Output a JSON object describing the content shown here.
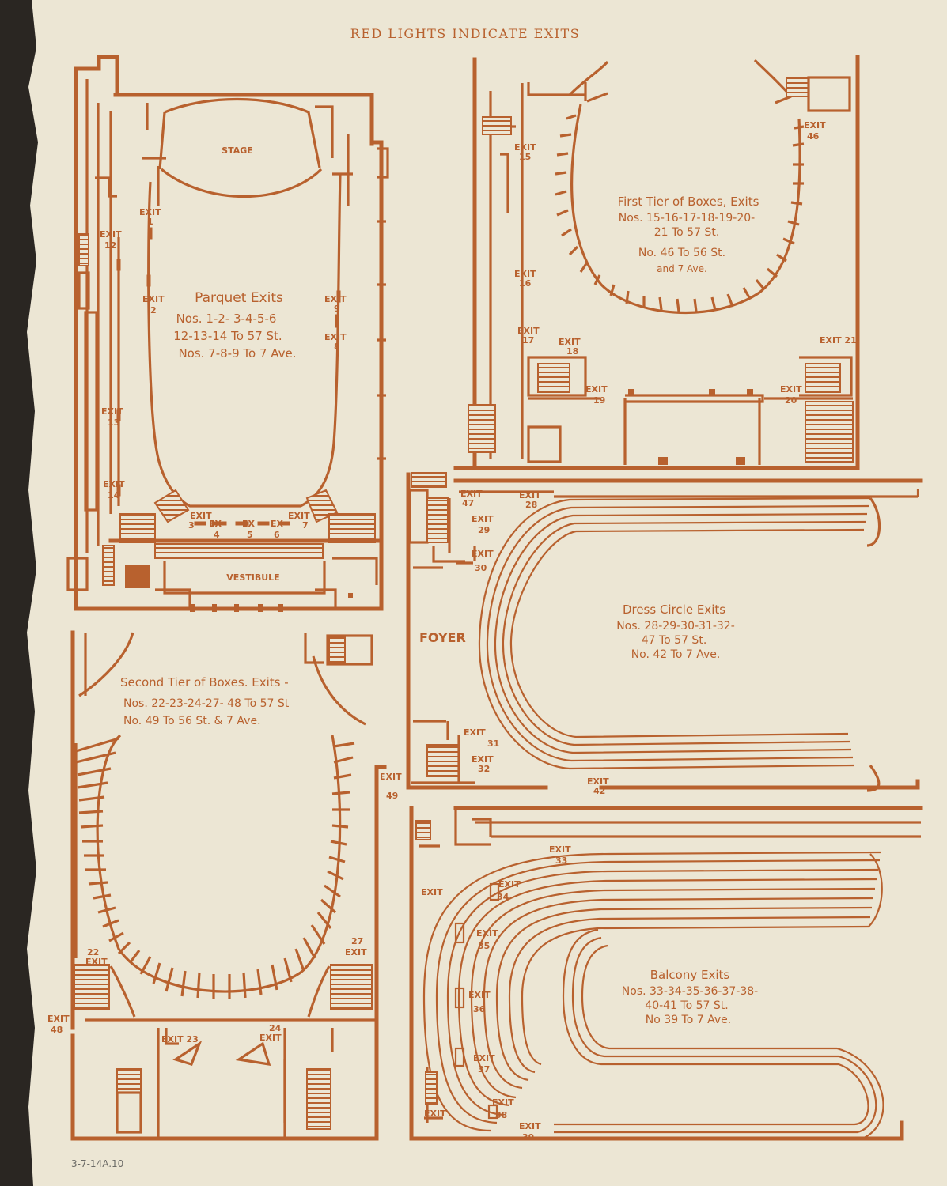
{
  "header": "RED LIGHTS INDICATE EXITS",
  "footnote": "3-7-14A.10",
  "colors": {
    "paper": "#ece6d4",
    "ink": "#b8612e"
  },
  "parquet": {
    "stage": "STAGE",
    "vestibule": "VESTIBULE",
    "caption": [
      "Parquet Exits",
      "Nos. 1-2- 3-4-5-6",
      "12-13-14 To 57 St.",
      "Nos. 7-8-9 To 7 Ave."
    ],
    "exits": [
      {
        "t": "EXIT",
        "n": "1"
      },
      {
        "t": "EXIT",
        "n": "2"
      },
      {
        "t": "EXIT",
        "n": "3"
      },
      {
        "t": "EX",
        "n": "4"
      },
      {
        "t": "EX",
        "n": "5"
      },
      {
        "t": "EX",
        "n": "6"
      },
      {
        "t": "EXIT",
        "n": "7"
      },
      {
        "t": "EXIT",
        "n": "8"
      },
      {
        "t": "EXIT",
        "n": "9"
      },
      {
        "t": "EXIT",
        "n": "12"
      },
      {
        "t": "EXIT",
        "n": "13"
      },
      {
        "t": "EXIT",
        "n": "14"
      }
    ]
  },
  "first_tier": {
    "caption": [
      "First Tier of Boxes, Exits",
      "Nos. 15-16-17-18-19-20-",
      "21 To 57 St.",
      "No. 46 To 56 St.",
      "and 7 Ave."
    ],
    "exits": [
      {
        "t": "EXIT",
        "n": "15"
      },
      {
        "t": "EXIT",
        "n": "16"
      },
      {
        "t": "EXIT",
        "n": "17"
      },
      {
        "t": "EXIT",
        "n": "18"
      },
      {
        "t": "EXIT",
        "n": "19"
      },
      {
        "t": "EXIT",
        "n": "20"
      },
      {
        "t": "EXIT 21",
        "n": ""
      },
      {
        "t": "EXIT",
        "n": "46"
      }
    ]
  },
  "dress_circle": {
    "foyer": "FOYER",
    "caption": [
      "Dress Circle Exits",
      "Nos. 28-29-30-31-32-",
      "47 To 57 St.",
      "No. 42 To 7 Ave."
    ],
    "exits": [
      {
        "t": "EXIT",
        "n": "47"
      },
      {
        "t": "EXIT",
        "n": "28"
      },
      {
        "t": "EXIT",
        "n": "29"
      },
      {
        "t": "EXIT",
        "n": "30"
      },
      {
        "t": "EXIT",
        "n": "31"
      },
      {
        "t": "EXIT",
        "n": "32"
      },
      {
        "t": "EXIT",
        "n": "42"
      }
    ]
  },
  "second_tier": {
    "caption": [
      "Second Tier of Boxes. Exits -",
      "Nos. 22-23-24-27- 48 To 57 St",
      "No. 49 To 56 St. & 7 Ave."
    ],
    "exits": [
      {
        "t": "EXIT",
        "n": "49"
      },
      {
        "t": "EXIT",
        "n": "22"
      },
      {
        "t": "EXIT",
        "n": "27"
      },
      {
        "t": "EXIT",
        "n": "48"
      },
      {
        "t": "EXIT 23",
        "n": ""
      },
      {
        "t": "EXIT",
        "n": "24"
      }
    ]
  },
  "balcony": {
    "caption": [
      "Balcony Exits",
      "Nos. 33-34-35-36-37-38-",
      "40-41 To 57 St.",
      "No 39 To 7 Ave."
    ],
    "exits": [
      {
        "t": "EXIT",
        "n": "33"
      },
      {
        "t": "EXIT",
        "n": "34"
      },
      {
        "t": "EXIT",
        "n": ""
      },
      {
        "t": "EXIT",
        "n": "35"
      },
      {
        "t": "EXIT",
        "n": "36"
      },
      {
        "t": "EXIT",
        "n": "37"
      },
      {
        "t": "EXIT",
        "n": "38"
      },
      {
        "t": "EXIT",
        "n": "39"
      },
      {
        "t": "EXIT",
        "n": ""
      }
    ]
  }
}
